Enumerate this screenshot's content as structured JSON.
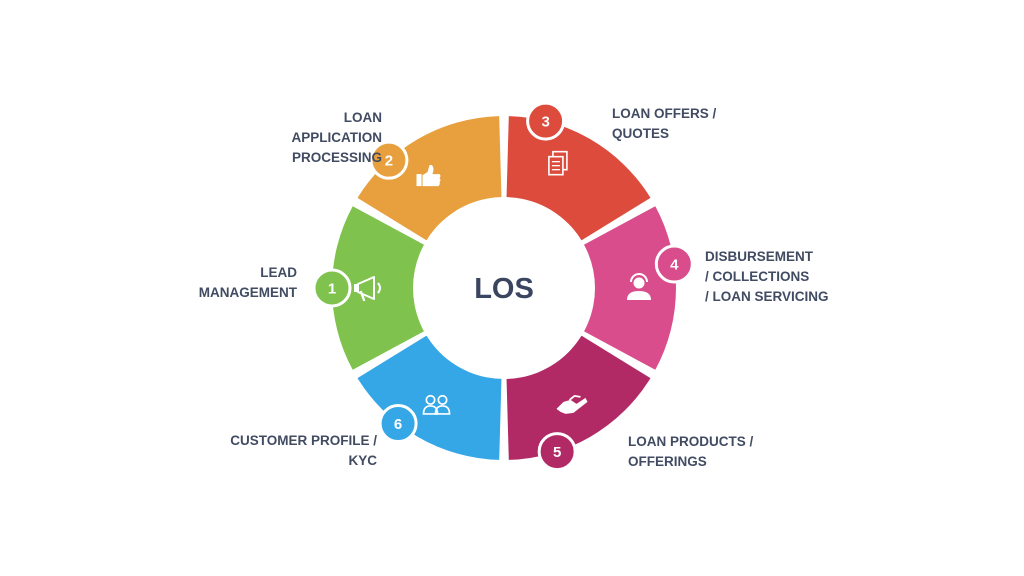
{
  "center": {
    "title": "LOS"
  },
  "stages": [
    {
      "number": "1",
      "lines": [
        "LEAD",
        "MANAGEMENT"
      ],
      "color": "#7fc24d",
      "icon": "megaphone-icon"
    },
    {
      "number": "2",
      "lines": [
        "LOAN",
        "APPLICATION",
        "PROCESSING"
      ],
      "color": "#e8a03f",
      "icon": "thumbs-up-icon"
    },
    {
      "number": "3",
      "lines": [
        "LOAN OFFERS /",
        "QUOTES"
      ],
      "color": "#dc4b3c",
      "icon": "documents-icon"
    },
    {
      "number": "4",
      "lines": [
        "DISBURSEMENT",
        "/ COLLECTIONS",
        "/ LOAN SERVICING"
      ],
      "color": "#da4d8d",
      "icon": "headset-agent-icon"
    },
    {
      "number": "5",
      "lines": [
        "LOAN PRODUCTS /",
        "OFFERINGS"
      ],
      "color": "#b12965",
      "icon": "handshake-icon"
    },
    {
      "number": "6",
      "lines": [
        "CUSTOMER PROFILE /",
        "KYC"
      ],
      "color": "#35a6e6",
      "icon": "users-icon"
    }
  ]
}
